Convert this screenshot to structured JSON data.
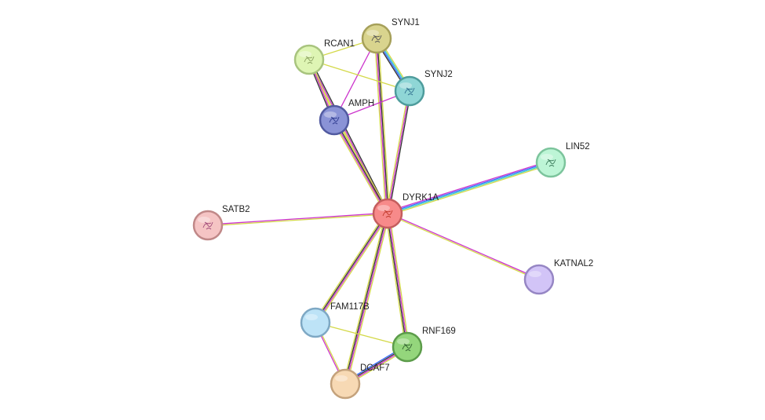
{
  "network": {
    "nodes": [
      {
        "id": "DYRK1A",
        "label": "DYRK1A",
        "fill": "#f78a8a",
        "stroke": "#c45e5e",
        "glyph": "#c0392b"
      },
      {
        "id": "SYNJ1",
        "label": "SYNJ1",
        "fill": "#d9d48e",
        "stroke": "#a6a05a",
        "glyph": "#555555"
      },
      {
        "id": "RCAN1",
        "label": "RCAN1",
        "fill": "#def5b4",
        "stroke": "#a8c47e",
        "glyph": "#8aa060"
      },
      {
        "id": "SYNJ2",
        "label": "SYNJ2",
        "fill": "#8fd6d6",
        "stroke": "#4e9c9c",
        "glyph": "#2f6f8f"
      },
      {
        "id": "AMPH",
        "label": "AMPH",
        "fill": "#8a93d6",
        "stroke": "#515aa0",
        "glyph": "#2e3a8f"
      },
      {
        "id": "LIN52",
        "label": "LIN52",
        "fill": "#bdf5d6",
        "stroke": "#7cc49c",
        "glyph": "#3a7a5a"
      },
      {
        "id": "SATB2",
        "label": "SATB2",
        "fill": "#f5c4c4",
        "stroke": "#c08888",
        "glyph": "#a04a7a"
      },
      {
        "id": "KATNAL2",
        "label": "KATNAL2",
        "fill": "#d2c4f7",
        "stroke": "#9686c4",
        "glyph": ""
      },
      {
        "id": "FAM117B",
        "label": "FAM117B",
        "fill": "#bde3f7",
        "stroke": "#7ea8c4",
        "glyph": ""
      },
      {
        "id": "RNF169",
        "label": "RNF169",
        "fill": "#94d67c",
        "stroke": "#5c9c4a",
        "glyph": "#2f5f2f"
      },
      {
        "id": "DCAF7",
        "label": "DCAF7",
        "fill": "#f7d9b4",
        "stroke": "#c4a27c",
        "glyph": ""
      }
    ],
    "edges": [
      {
        "source": "DYRK1A",
        "target": "SYNJ1",
        "colors": [
          "#d4d94a",
          "#cc33cc",
          "#333333",
          "#d4d94a"
        ]
      },
      {
        "source": "DYRK1A",
        "target": "RCAN1",
        "colors": [
          "#d4d94a",
          "#cc33cc",
          "#333333"
        ]
      },
      {
        "source": "DYRK1A",
        "target": "SYNJ2",
        "colors": [
          "#d4d94a",
          "#cc33cc",
          "#333333"
        ]
      },
      {
        "source": "DYRK1A",
        "target": "AMPH",
        "colors": [
          "#d4d94a",
          "#cc33cc",
          "#333333",
          "#d4d94a"
        ]
      },
      {
        "source": "DYRK1A",
        "target": "LIN52",
        "colors": [
          "#cc33cc",
          "#3366ff",
          "#33cccc",
          "#d4d94a"
        ]
      },
      {
        "source": "DYRK1A",
        "target": "SATB2",
        "colors": [
          "#d4d94a",
          "#cc33cc"
        ]
      },
      {
        "source": "DYRK1A",
        "target": "KATNAL2",
        "colors": [
          "#cc33cc",
          "#d4d94a"
        ]
      },
      {
        "source": "DYRK1A",
        "target": "FAM117B",
        "colors": [
          "#d4d94a",
          "#cc33cc",
          "#333333",
          "#d4d94a"
        ]
      },
      {
        "source": "DYRK1A",
        "target": "RNF169",
        "colors": [
          "#d4d94a",
          "#cc33cc",
          "#333333",
          "#d4d94a"
        ]
      },
      {
        "source": "DYRK1A",
        "target": "DCAF7",
        "colors": [
          "#d4d94a",
          "#cc33cc",
          "#333333",
          "#d4d94a"
        ]
      },
      {
        "source": "SYNJ1",
        "target": "SYNJ2",
        "colors": [
          "#d4d94a",
          "#33cccc",
          "#3366ff",
          "#333333"
        ]
      },
      {
        "source": "SYNJ1",
        "target": "RCAN1",
        "colors": [
          "#d4d94a"
        ]
      },
      {
        "source": "SYNJ1",
        "target": "AMPH",
        "colors": [
          "#cc33cc"
        ]
      },
      {
        "source": "RCAN1",
        "target": "SYNJ2",
        "colors": [
          "#d4d94a"
        ]
      },
      {
        "source": "AMPH",
        "target": "SYNJ2",
        "colors": [
          "#cc33cc"
        ]
      },
      {
        "source": "RCAN1",
        "target": "AMPH",
        "colors": [
          "#d4d94a",
          "#cc33cc",
          "#333333"
        ]
      },
      {
        "source": "FAM117B",
        "target": "RNF169",
        "colors": [
          "#d4d94a"
        ]
      },
      {
        "source": "FAM117B",
        "target": "DCAF7",
        "colors": [
          "#d4d94a",
          "#cc33cc"
        ]
      },
      {
        "source": "RNF169",
        "target": "DCAF7",
        "colors": [
          "#d4d94a",
          "#cc33cc",
          "#333333",
          "#3366ff"
        ]
      }
    ]
  }
}
